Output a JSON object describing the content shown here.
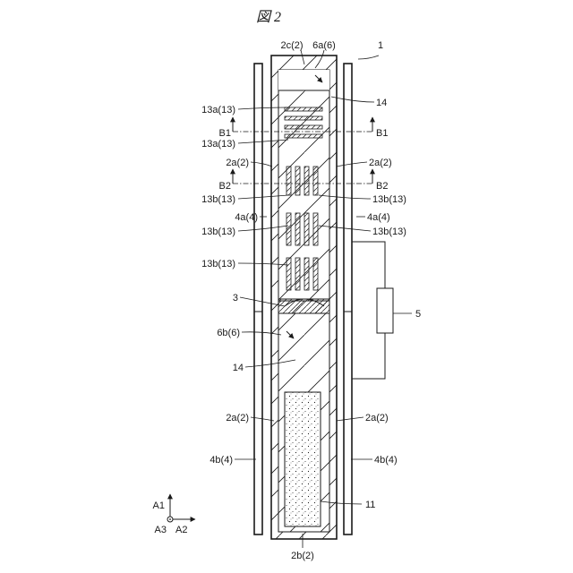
{
  "figure": {
    "title": "図 2",
    "labels": {
      "ref_1": "1",
      "ref_2c": "2c(2)",
      "ref_6a": "6a(6)",
      "ref_14_top": "14",
      "ref_13a_upper": "13a(13)",
      "ref_13a_lower": "13a(13)",
      "ref_b1_left": "B1",
      "ref_b1_right": "B1",
      "ref_2a_left_1": "2a(2)",
      "ref_2a_right_1": "2a(2)",
      "ref_b2_left": "B2",
      "ref_b2_right": "B2",
      "ref_13b_left_1": "13b(13)",
      "ref_13b_right_1": "13b(13)",
      "ref_4a_left": "4a(4)",
      "ref_4a_right": "4a(4)",
      "ref_13b_left_2": "13b(13)",
      "ref_13b_right_2": "13b(13)",
      "ref_13b_left_3": "13b(13)",
      "ref_3": "3",
      "ref_5": "5",
      "ref_6b": "6b(6)",
      "ref_14_mid": "14",
      "ref_2a_left_2": "2a(2)",
      "ref_2a_right_2": "2a(2)",
      "ref_4b_left": "4b(4)",
      "ref_4b_right": "4b(4)",
      "ref_11": "11",
      "ref_2b": "2b(2)"
    },
    "axes": {
      "a1": "A1",
      "a2": "A2",
      "a3": "A3"
    }
  }
}
